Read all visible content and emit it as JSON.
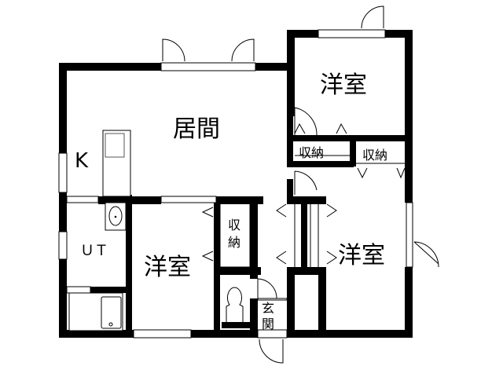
{
  "plan": {
    "rooms": {
      "living": {
        "label": "居間"
      },
      "kitchen": {
        "label": "K"
      },
      "bedroom_ne": {
        "label": "洋室"
      },
      "bedroom_sw": {
        "label": "洋室"
      },
      "bedroom_se": {
        "label": "洋室"
      },
      "utility": {
        "label": "ＵＴ"
      },
      "entrance": {
        "label_top": "玄",
        "label_bottom": "関"
      }
    },
    "storage": {
      "closet_a": {
        "label": "収納"
      },
      "closet_b": {
        "label": "収納"
      },
      "closet_c": {
        "label_top": "収",
        "label_bottom": "納"
      }
    },
    "colors": {
      "wall": "#000000",
      "background": "#ffffff",
      "line": "#000000"
    }
  }
}
